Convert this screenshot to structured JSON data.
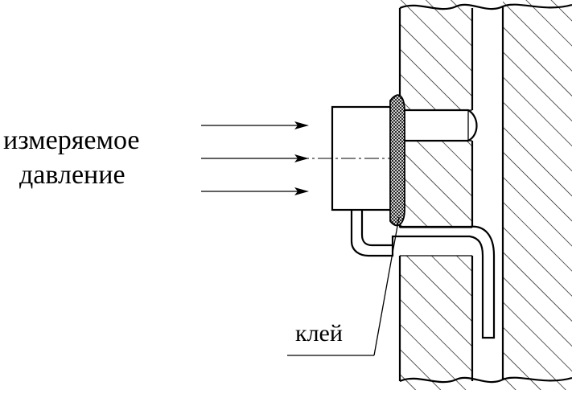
{
  "diagram": {
    "labels": {
      "pressure_line1": "измеряемое",
      "pressure_line2": "давление",
      "glue": "клей"
    },
    "colors": {
      "ink": "#000000",
      "background": "#ffffff"
    }
  }
}
